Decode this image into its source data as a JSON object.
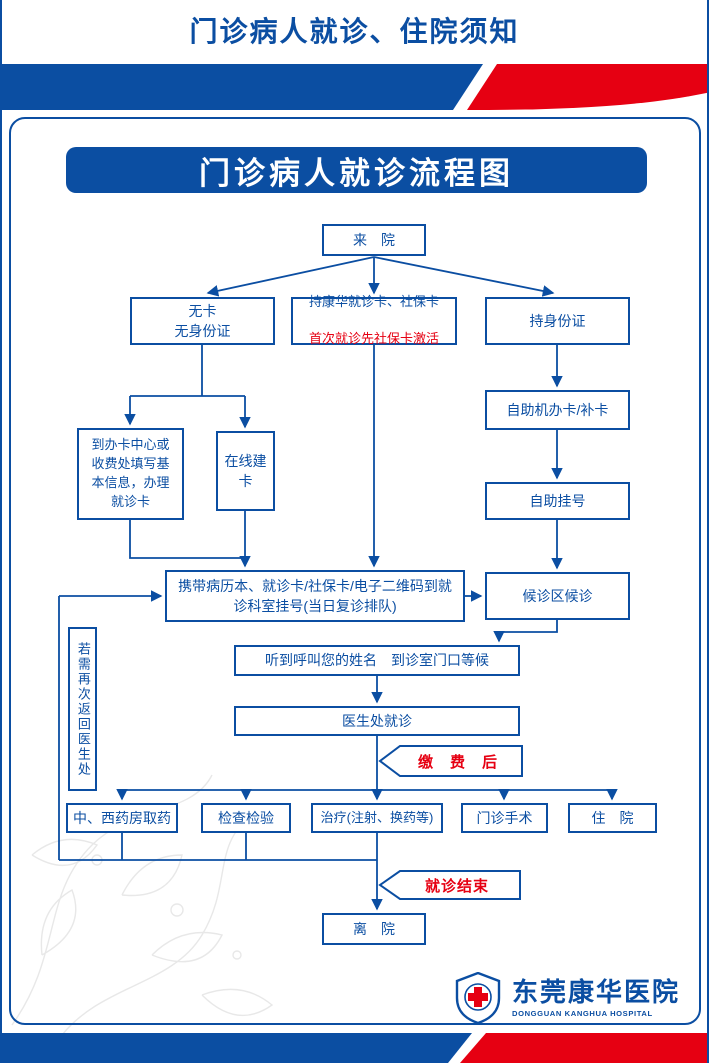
{
  "colors": {
    "blue": "#0b4ea2",
    "red": "#e60012"
  },
  "header": {
    "title": "门诊病人就诊、住院须知"
  },
  "flow": {
    "title": "门诊病人就诊流程图",
    "nodes": {
      "arrive": "来　院",
      "no_card": "无卡\n无身份证",
      "kanghua_card": "持康华就诊卡、社保卡",
      "kanghua_card_note": "首次就诊先社保卡激活",
      "id_card": "持身份证",
      "card_center": "到办卡中心或\n收费处填写基\n本信息，办理\n就诊卡",
      "online_card": "在线建卡",
      "self_machine": "自助机办卡/补卡",
      "self_register": "自助挂号",
      "bring_card": "携带病历本、就诊卡/社保卡/电子二维码到就\n诊科室挂号(当日复诊排队)",
      "waiting_area": "候诊区候诊",
      "wait_call": "听到呼叫您的姓名　到诊室门口等候",
      "doctor": "医生处就诊",
      "after_payment": "缴　费　后",
      "pharmacy": "中、西药房取药",
      "examination": "检查检验",
      "treatment": "治疗(注射、换药等)",
      "surgery": "门诊手术",
      "hospitalization": "住　院",
      "return_note": "若需再次返回医生处",
      "visit_end": "就诊结束",
      "leave": "离　院"
    }
  },
  "footer": {
    "hospital_cn": "东莞康华医院",
    "hospital_en": "DONGGUAN KANGHUA HOSPITAL"
  }
}
